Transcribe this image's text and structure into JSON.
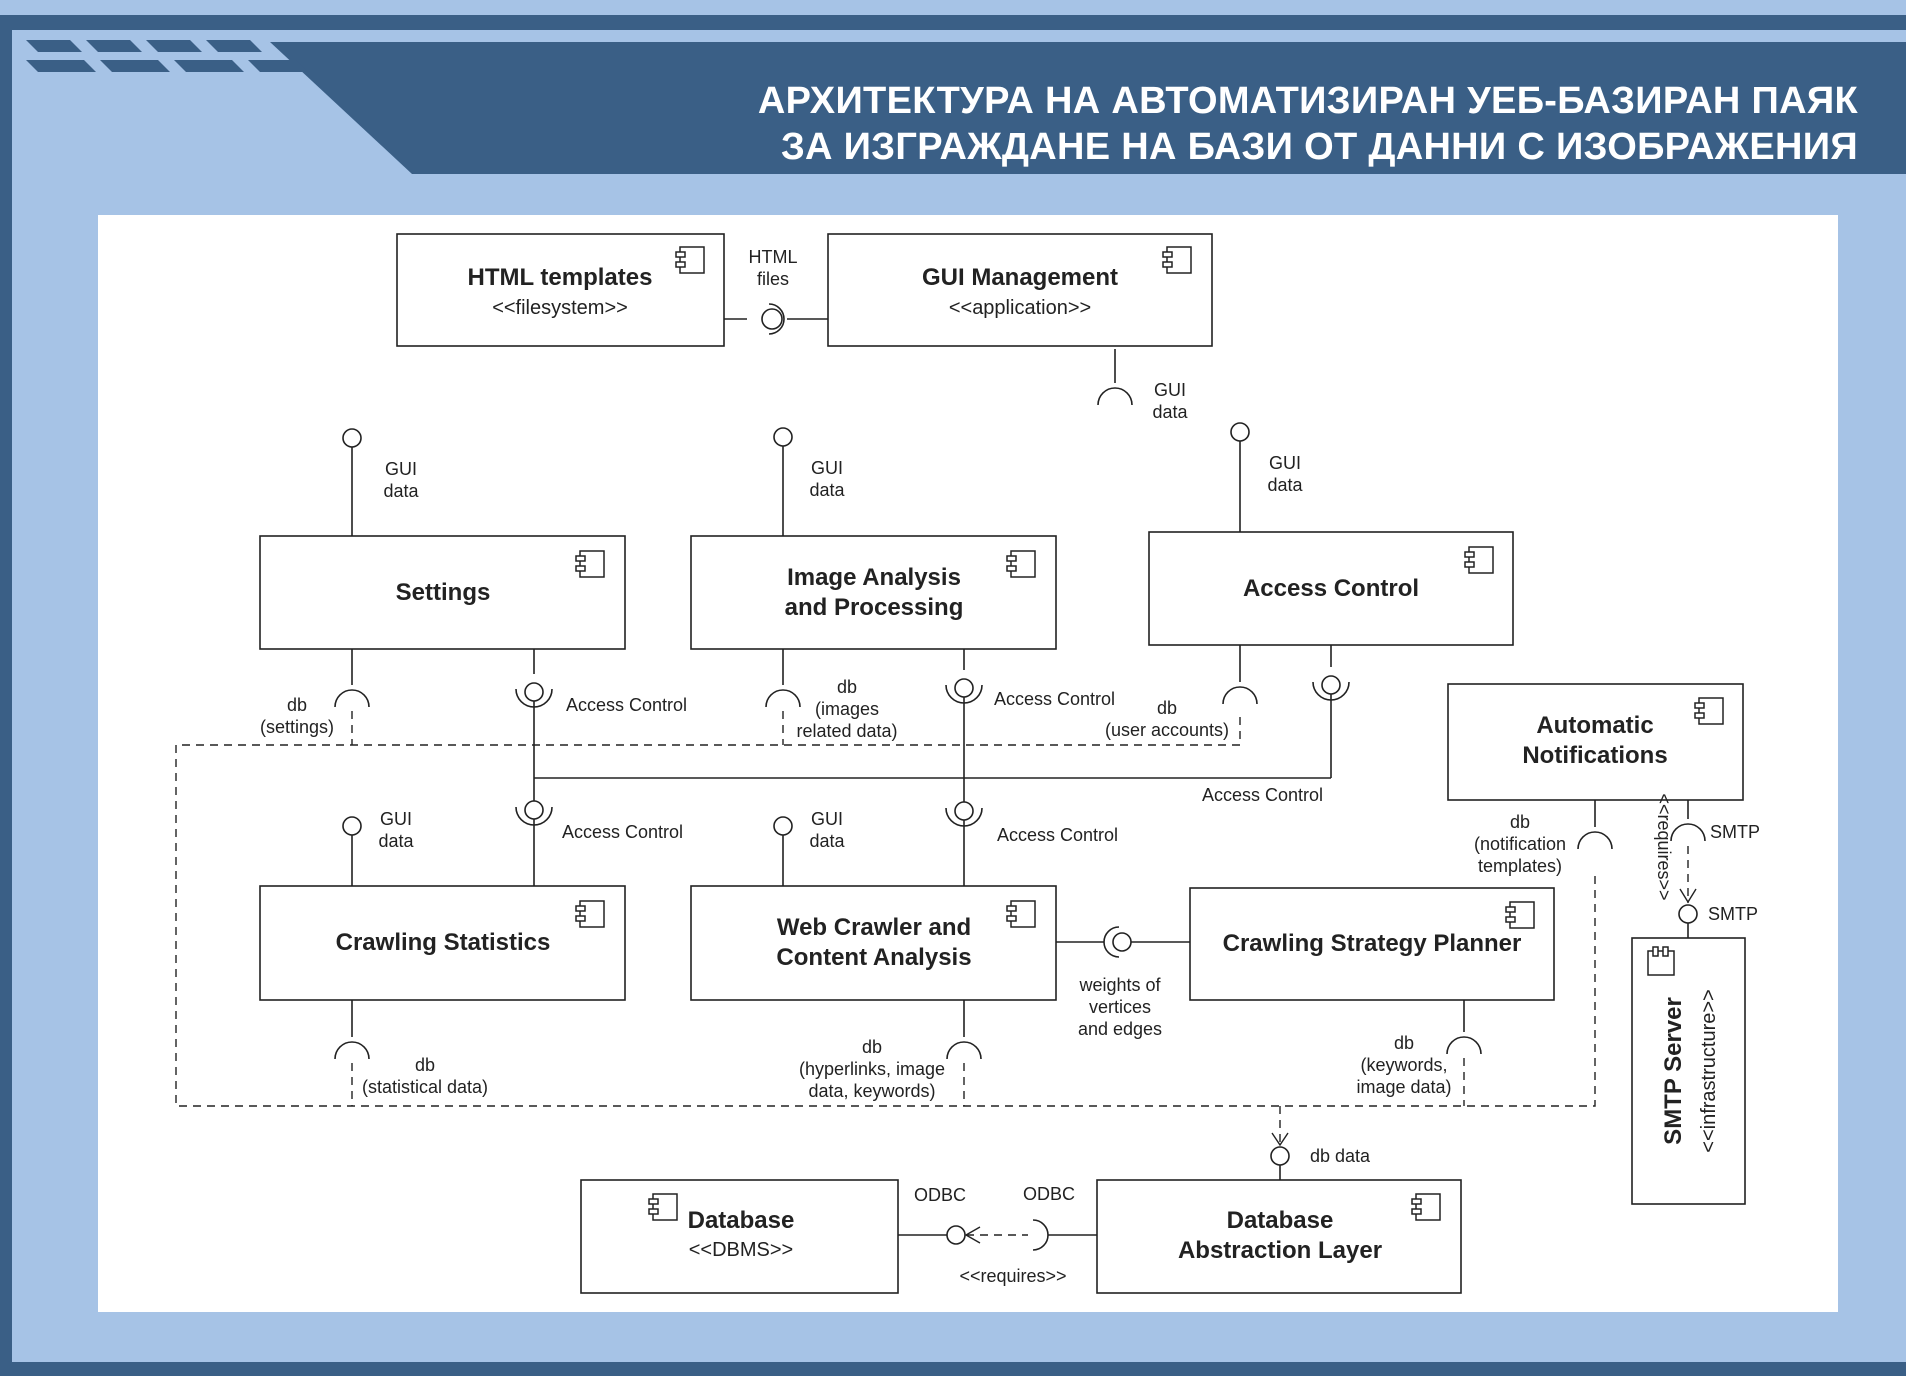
{
  "title": {
    "line1": "АРХИТЕКТУРА НА АВТОМАТИЗИРАН УЕБ-БАЗИРАН ПАЯК",
    "line2": "ЗА ИЗГРАЖДАНЕ НА БАЗИ ОТ ДАННИ С ИЗОБРАЖЕНИЯ"
  },
  "components": {
    "html_templates": {
      "name": "HTML templates",
      "stereotype": "<<filesystem>>"
    },
    "gui_management": {
      "name": "GUI Management",
      "stereotype": "<<application>>"
    },
    "settings": {
      "name": "Settings"
    },
    "image_analysis": {
      "line1": "Image Analysis",
      "line2": "and Processing"
    },
    "access_control": {
      "name": "Access Control"
    },
    "automatic_notifications": {
      "line1": "Automatic",
      "line2": "Notifications"
    },
    "crawling_statistics": {
      "name": "Crawling Statistics"
    },
    "web_crawler": {
      "line1": "Web Crawler and",
      "line2": "Content Analysis"
    },
    "crawling_strategy_planner": {
      "name": "Crawling Strategy Planner"
    },
    "smtp_server": {
      "name": "SMTP Server",
      "stereotype": "<<infrastructure>>"
    },
    "database": {
      "name": "Database",
      "stereotype": "<<DBMS>>"
    },
    "database_abstraction_layer": {
      "line1": "Database",
      "line2": "Abstraction Layer"
    }
  },
  "interfaces": {
    "html_files": [
      "HTML",
      "files"
    ],
    "gui_data": [
      "GUI",
      "data"
    ],
    "access_control": "Access Control",
    "db_settings": [
      "db",
      "(settings)"
    ],
    "db_images": [
      "db",
      "(images",
      "related data)"
    ],
    "db_user_accounts": [
      "db",
      "(user accounts)"
    ],
    "db_notification_templates": [
      "db",
      "(notification",
      "templates)"
    ],
    "smtp": "SMTP",
    "requires": "<<requires>>",
    "weights": [
      "weights of",
      "vertices",
      "and edges"
    ],
    "db_statistical": [
      "db",
      "(statistical data)"
    ],
    "db_hyperlinks": [
      "db",
      "(hyperlinks, image",
      "data, keywords)"
    ],
    "db_keywords": [
      "db",
      "(keywords,",
      "image data)"
    ],
    "db_data": "db data",
    "odbc": "ODBC"
  },
  "colors": {
    "background": "#a6c3e6",
    "banner": "#3a5f86",
    "panel": "#ffffff",
    "line": "#222222"
  }
}
